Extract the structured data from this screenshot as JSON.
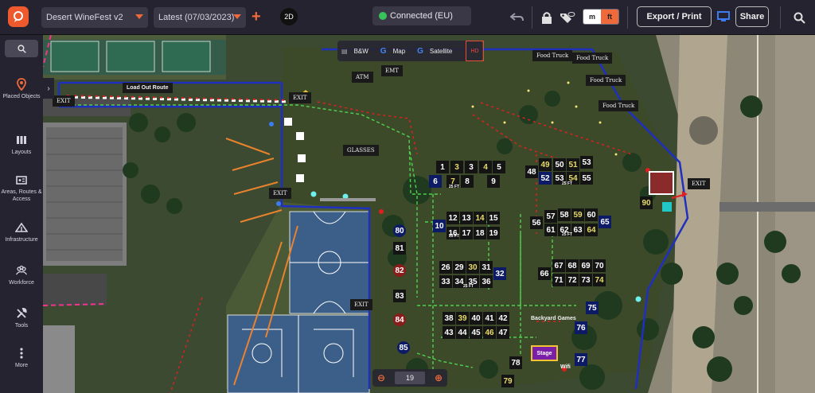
{
  "header": {
    "project": "Desert WineFest v2",
    "version": "Latest (07/03/2023)",
    "view_mode": "2D",
    "connection": "Connected (EU)",
    "units": {
      "metric": "m",
      "imperial": "ft"
    },
    "export_label": "Export / Print",
    "share_label": "Share"
  },
  "sidebar": {
    "items": [
      {
        "label": "Placed Objects",
        "icon": "map-pin-icon"
      },
      {
        "label": "Layouts",
        "icon": "layouts-icon"
      },
      {
        "label": "Areas, Routes & Access",
        "icon": "areas-icon"
      },
      {
        "label": "Infrastructure",
        "icon": "tent-icon"
      },
      {
        "label": "Workforce",
        "icon": "people-icon"
      },
      {
        "label": "Tools",
        "icon": "tools-icon"
      },
      {
        "label": "More",
        "icon": "dots-icon"
      }
    ]
  },
  "layers": {
    "bw": "B&W",
    "map": "Map",
    "satellite": "Satellite",
    "hd": "HD"
  },
  "labels": {
    "food_truck": "Food Truck",
    "atm": "ATM",
    "emt": "EMT",
    "glasses": "GLASSES",
    "exit": "EXIT",
    "load_out": "Load Out Route",
    "backyard": "Backyard Games",
    "stage": "Stage",
    "wifi": "Wifi",
    "ft25": "25 FT"
  },
  "zoom": {
    "level": "19"
  },
  "colors": {
    "accent": "#ee6a3a",
    "connected": "#37c25b",
    "route": "#2a3fc8"
  }
}
